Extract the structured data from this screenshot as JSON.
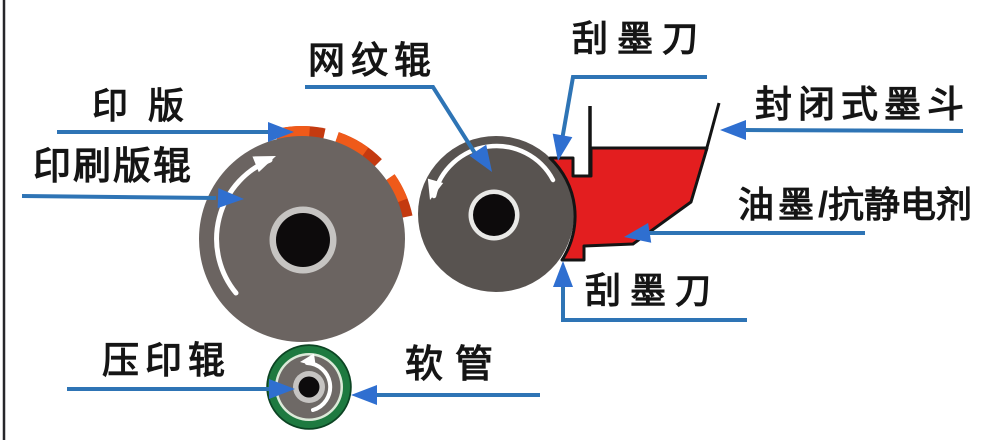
{
  "diagram": {
    "subject": "closed-doctor-blade flexo printing unit",
    "background": "#ffffff"
  },
  "labels": {
    "printing_plate": "印 版",
    "plate_cylinder": "印刷版辊",
    "anilox_roller": "网纹辊",
    "doctor_blade_top": "刮墨刀",
    "enclosed_ink_chamber": "封闭式墨斗",
    "ink_antistatic_prefix": "油墨",
    "ink_antistatic_suffix": "/抗静电剂",
    "doctor_blade_bottom": "刮墨刀",
    "impression_roller": "压印辊",
    "hose": "软管"
  },
  "colors": {
    "line_blue": "#2e74b5",
    "arrow_blue": "#2f6fd0",
    "ink_red": "#e31e1f",
    "plate_orange": "#ef5a1a",
    "plate_orange_dark": "#c43a10",
    "roller_gray": "#6b6461",
    "anilox_gray": "#585350",
    "small_roller_gray": "#6e6966",
    "hub_black": "#0d0b0c",
    "hub_ring_gray": "#c6c4c2",
    "hub_ring_white": "#e9e9e7",
    "green_ring": "#1e7a40",
    "green_ring_dark": "#0c4423",
    "green_ring_gap": "#dcead9",
    "outline_black": "#141414",
    "text_black": "#151515",
    "border_gray": "#26262a"
  }
}
